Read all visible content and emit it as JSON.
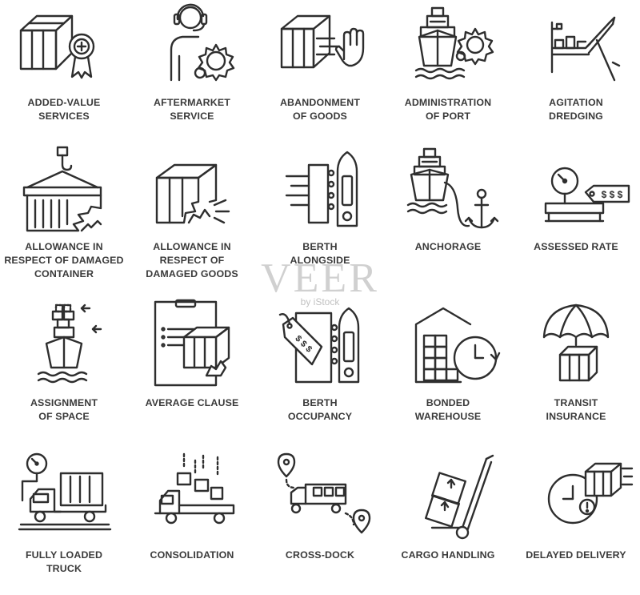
{
  "icons": [
    {
      "label": "ADDED-VALUE\nSERVICES",
      "icon": "box-with-badge-icon"
    },
    {
      "label": "AFTERMARKET\nSERVICE",
      "icon": "headset-operator-gear-icon"
    },
    {
      "label": "ABANDONMENT\nOF GOODS",
      "icon": "box-with-hand-icon"
    },
    {
      "label": "ADMINISTRATION\nOF PORT",
      "icon": "ship-with-gear-icon"
    },
    {
      "label": "AGITATION\nDREDGING",
      "icon": "dredging-crane-icon"
    },
    {
      "label": "ALLOWANCE IN\nRESPECT OF DAMAGED\nCONTAINER",
      "icon": "damaged-container-icon"
    },
    {
      "label": "ALLOWANCE IN\nRESPECT OF\nDAMAGED GOODS",
      "icon": "damaged-box-icon"
    },
    {
      "label": "BERTH\nALONGSIDE",
      "icon": "berth-ship-icon"
    },
    {
      "label": "ANCHORAGE",
      "icon": "ship-anchor-icon"
    },
    {
      "label": "ASSESSED RATE",
      "icon": "scale-price-tag-icon"
    },
    {
      "label": "ASSIGNMENT\nOF SPACE",
      "icon": "ship-cargo-arrows-icon"
    },
    {
      "label": "AVERAGE CLAUSE",
      "icon": "clipboard-damaged-box-icon"
    },
    {
      "label": "BERTH\nOCCUPANCY",
      "icon": "price-tag-ship-icon"
    },
    {
      "label": "BONDED\nWAREHOUSE",
      "icon": "warehouse-clock-icon"
    },
    {
      "label": "TRANSIT\nINSURANCE",
      "icon": "umbrella-box-icon"
    },
    {
      "label": "FULLY LOADED\nTRUCK",
      "icon": "truck-scale-icon"
    },
    {
      "label": "CONSOLIDATION",
      "icon": "truck-falling-boxes-icon"
    },
    {
      "label": "CROSS-DOCK",
      "icon": "truck-route-pins-icon"
    },
    {
      "label": "CARGO HANDLING",
      "icon": "hand-truck-boxes-icon"
    },
    {
      "label": "DELAYED DELIVERY",
      "icon": "clock-box-alert-icon"
    }
  ],
  "tag_symbols": {
    "dollars3": "$ $ $",
    "dollars_v": "$"
  },
  "watermark": {
    "main": "VEER",
    "sub": "by iStock"
  },
  "colors": {
    "stroke": "#2e2e2e",
    "label": "#3a3a3a",
    "watermark": "#969696"
  }
}
